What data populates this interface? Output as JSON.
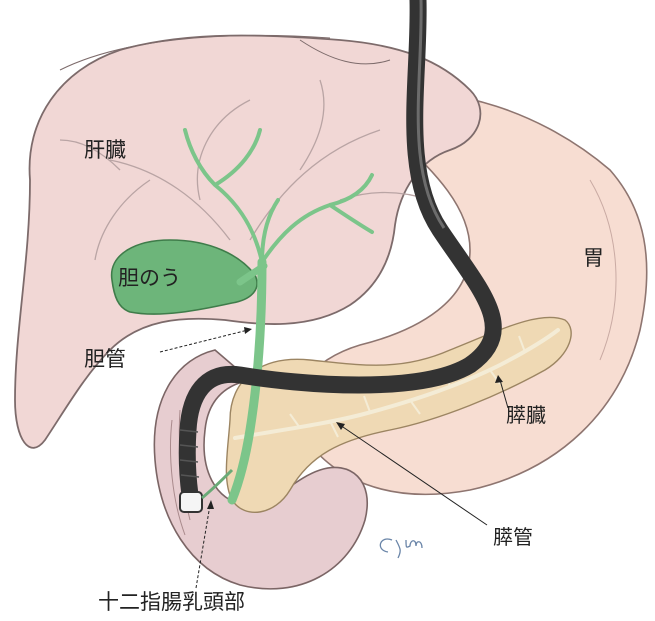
{
  "labels": {
    "liver": "肝臓",
    "gallbladder": "胆のう",
    "bile_duct": "胆管",
    "stomach": "胃",
    "pancreas": "膵臓",
    "pancreatic_duct": "膵管",
    "duodenal_papilla": "十二指腸乳頭部"
  },
  "signature": "Cym",
  "colors": {
    "liver": "#f1d7d5",
    "liver_outline": "#7d6b6b",
    "stomach": "#f7ddd2",
    "pancreas": "#efd9b4",
    "bile_tree": "#7cc58a",
    "gallbladder": "#6db57a",
    "endoscope": "#333333",
    "duodenum": "#e7cdd0"
  }
}
